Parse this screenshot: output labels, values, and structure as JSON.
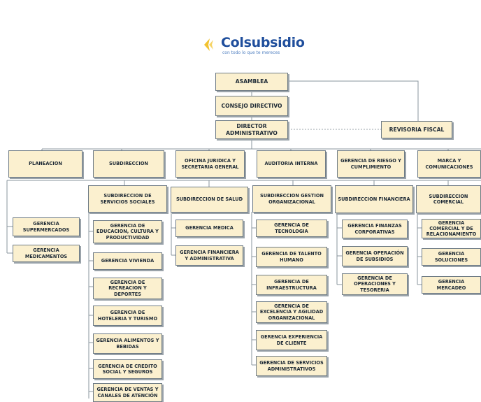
{
  "logo": {
    "name": "Colsubsidio",
    "tagline": "con todo lo que te mereces",
    "mark": "colsubsidio-star-logo",
    "brand_color": "#1f4e9c",
    "accent_color": "#f2c230"
  },
  "colors": {
    "box_fill": "#fbf0cf",
    "box_border": "#6e7b85",
    "line": "#8a949c"
  },
  "nodes": {
    "asamblea": "ASAMBLEA",
    "consejo": "CONSEJO DIRECTIVO",
    "director": "DIRECTOR ADMINISTRATIVO",
    "revisoria": "REVISORIA FISCAL",
    "planeacion": "PLANEACION",
    "subdireccion": "SUBDIRECCION",
    "juridica": "OFICINA JURIDICA Y SECRETARIA GENERAL",
    "auditoria": "AUDITORIA INTERNA",
    "riesgo": "GERENCIA DE RIESGO Y CUMPLIMIENTO",
    "marca": "MARCA Y COMUNICACIONES",
    "sub_sociales": "SUBDIRECCION DE SERVICIOS SOCIALES",
    "sub_salud": "SUBDIRECCION DE SALUD",
    "sub_gestion": "SUBDIRECCION GESTION ORGANIZACIONAL",
    "sub_financiera": "SUBDIRECCION FINANCIERA",
    "sub_comercial": "SUBDIRECCION COMERCIAL",
    "supermercados": "GERENCIA SUPERMERCADOS",
    "medicamentos": "GERENCIA MEDICAMENTOS",
    "educacion": "GERENCIA DE EDUCACION, CULTURA Y PRODUCTIVIDAD",
    "vivienda": "GERENCIA VIVIENDA",
    "recreacion": "GERENCIA DE RECREACION Y DEPORTES",
    "hoteleria": "GERENCIA DE HOTELERIA Y TURISMO",
    "alimentos": "GERENCIA ALIMENTOS Y BEBIDAS",
    "credito": "GERENCIA DE CREDITO SOCIAL Y SEGUROS",
    "ventas": "GERENCIA DE VENTAS Y CANALES DE ATENCIÓN",
    "medica": "GERENCIA MEDICA",
    "fin_admin": "GERENCIA FINANCIERA Y ADMINISTRATIVA",
    "tecnologia": "GERENCIA DE TECNOLOGIA",
    "talento": "GERENCIA DE TALENTO HUMANO",
    "infraestructura": "GERENCIA DE INFRAESTRUCTURA",
    "excelencia": "GERENCIA DE EXCELENCIA Y AGILIDAD ORGANIZACIONAL",
    "experiencia": "GERENCIA EXPERIENCIA DE CLIENTE",
    "servicios_admin": "GERENCIA DE SERVICIOS ADMINISTRATIVOS",
    "finanzas_corp": "GERENCIA FINANZAS CORPORATIVAS",
    "operacion_subsidios": "GERENCIA OPERACIÓN DE SUBSIDIOS",
    "operaciones_tesoreria": "GERENCIA DE OPERACIONES Y TESORERIA",
    "comercial_rel": "GERENCIA COMERCIAL Y DE RELACIONAMIENTO",
    "soluciones": "GERENCIA SOLUCIONES",
    "mercadeo": "GERENCIA MERCADEO"
  }
}
